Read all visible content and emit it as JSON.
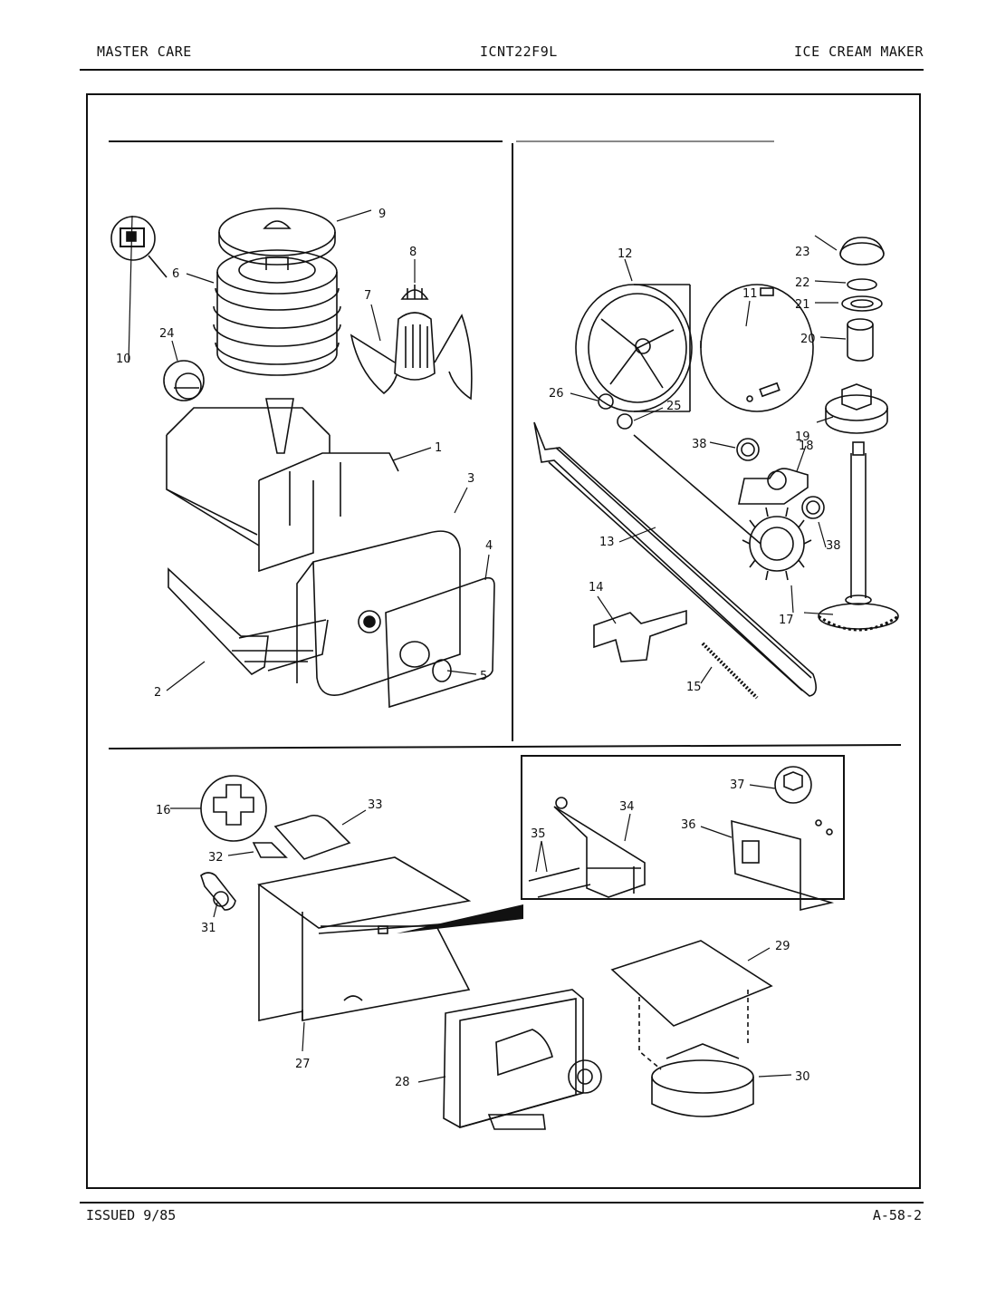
{
  "header": {
    "left": "MASTER CARE",
    "center": "ICNT22F9L",
    "right": "ICE CREAM MAKER"
  },
  "footer": {
    "left": "ISSUED 9/85",
    "right": "A-58-2"
  },
  "callouts": {
    "c1": "1",
    "c2": "2",
    "c3": "3",
    "c4": "4",
    "c5": "5",
    "c6": "6",
    "c7": "7",
    "c8": "8",
    "c9": "9",
    "c10": "10",
    "c11": "11",
    "c12": "12",
    "c13": "13",
    "c14": "14",
    "c15": "15",
    "c16": "16",
    "c17": "17",
    "c18": "18",
    "c19": "19",
    "c20": "20",
    "c21": "21",
    "c22": "22",
    "c23": "23",
    "c24": "24",
    "c25": "25",
    "c26": "26",
    "c27": "27",
    "c28": "28",
    "c29": "29",
    "c30": "30",
    "c31": "31",
    "c32": "32",
    "c33": "33",
    "c34": "34",
    "c35": "35",
    "c36": "36",
    "c37": "37",
    "c38a": "38",
    "c38b": "38"
  }
}
